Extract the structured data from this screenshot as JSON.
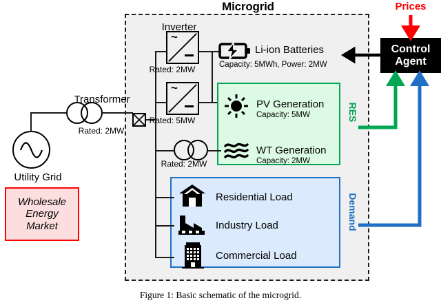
{
  "figure": {
    "caption": "Figure 1: Basic schematic of the microgrid."
  },
  "microgrid": {
    "title": "Microgrid",
    "border_color": "#1a1a1a",
    "fill_color": "#f0f0f0"
  },
  "utility": {
    "grid_label": "Utility Grid",
    "grid_icon": "ac-source-icon",
    "market_line1": "Wholesale",
    "market_line2": "Energy",
    "market_line3": "Market",
    "market_border_color": "#ff0000",
    "market_fill_color": "#fcdede"
  },
  "transformer": {
    "title": "Transformer",
    "rating": "Rated: 2MW",
    "icon": "transformer-icon"
  },
  "breaker": {
    "icon": "circuit-breaker-icon"
  },
  "inverters": {
    "title": "Inverter",
    "units": [
      {
        "rating": "Rated: 2MW",
        "ac_symbol": "~",
        "icon": "inverter-icon"
      },
      {
        "rating": "Rated: 5MW",
        "ac_symbol": "~",
        "icon": "inverter-icon"
      }
    ]
  },
  "battery": {
    "name": "Li-ion Batteries",
    "spec": "Capacity: 5MWh, Power: 2MW",
    "icon": "battery-charging-icon"
  },
  "res": {
    "label": "RES",
    "border_color": "#00a651",
    "fill_color": "#ddfbe4",
    "items": [
      {
        "name": "PV Generation",
        "spec": "Capacity: 5MW",
        "icon": "sun-icon"
      },
      {
        "name": "WT Generation",
        "spec": "Capacity: 2MW",
        "icon": "waves-icon"
      }
    ]
  },
  "res_transformer": {
    "rating": "Rated: 2MW",
    "icon": "transformer-icon"
  },
  "demand": {
    "label": "Demand",
    "border_color": "#1f6fc4",
    "fill_color": "#dbeafc",
    "items": [
      {
        "name": "Residential Load",
        "icon": "house-icon"
      },
      {
        "name": "Industry Load",
        "icon": "factory-icon"
      },
      {
        "name": "Commercial Load",
        "icon": "office-building-icon"
      }
    ]
  },
  "control_agent": {
    "line1": "Control",
    "line2": "Agent",
    "fill_color": "#000000",
    "text_color": "#ffffff"
  },
  "signals": {
    "prices_label": "Prices",
    "prices_color": "#ff0000",
    "res_signal_color": "#00a651",
    "demand_signal_color": "#1f6fc4",
    "battery_command_color": "#000000"
  }
}
